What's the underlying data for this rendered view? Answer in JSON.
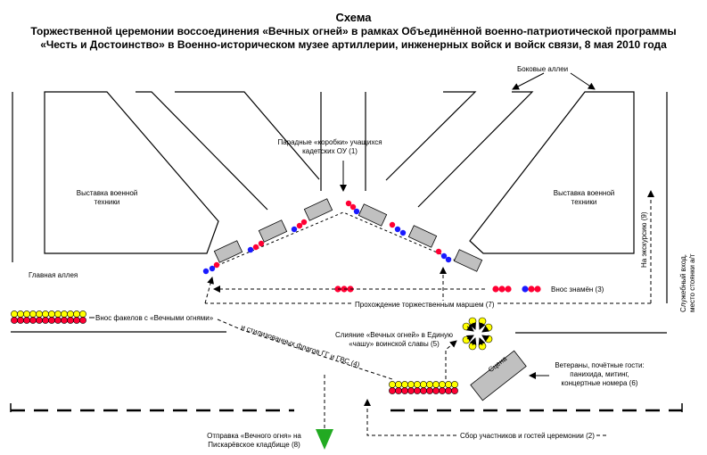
{
  "title": {
    "line1": "Схема",
    "line2": "Торжественной церемонии воссоединения «Вечных огней» в рамках Объединённой военно-патриотической программы",
    "line3": "«Честь и Достоинство» в Военно-историческом музее артиллерии, инженерных войск и войск связи, 8 мая 2010 года"
  },
  "labels": {
    "side_alleys": "Боковые аллеи",
    "parade_boxes_line1": "Парадные «коробки» учащихся",
    "parade_boxes_line2": "кадетских ОУ (1)",
    "exhibition_left_line1": "Выставка военной",
    "exhibition_left_line2": "техники",
    "exhibition_right_line1": "Выставка военной",
    "exhibition_right_line2": "техники",
    "main_alley": "Главная аллея",
    "excursion": "На экскурсию (9)",
    "service_entrance_line1": "Служебный вход,",
    "service_entrance_line2": "место стоянки а/т",
    "banners": "Внос знамён (3)",
    "march": "Прохождение торжественным маршем (7)",
    "torches": "Внос факелов с «Вечными огнями»",
    "flags": "и стилизованных флагов ГГ и ГВС (4)",
    "merge_line1": "Слияние «Вечных огней» в Единую",
    "merge_line2": "«чашу» воинской славы (5)",
    "stage": "Сцена",
    "veterans_line1": "Ветераны, почётные гости:",
    "veterans_line2": "панихида, митинг,",
    "veterans_line3": "концертные номера (6)",
    "gathering": "Сбор участников и гостей церемонии (2)",
    "fire_dispatch_line1": "Отправка «Вечного огня» на",
    "fire_dispatch_line2": "Пискарёвское кладбище (8)"
  },
  "colors": {
    "red": "#ff0033",
    "blue": "#1a1aff",
    "yellow": "#ffff00",
    "grey": "#c0c0c0",
    "green": "#22aa22"
  }
}
